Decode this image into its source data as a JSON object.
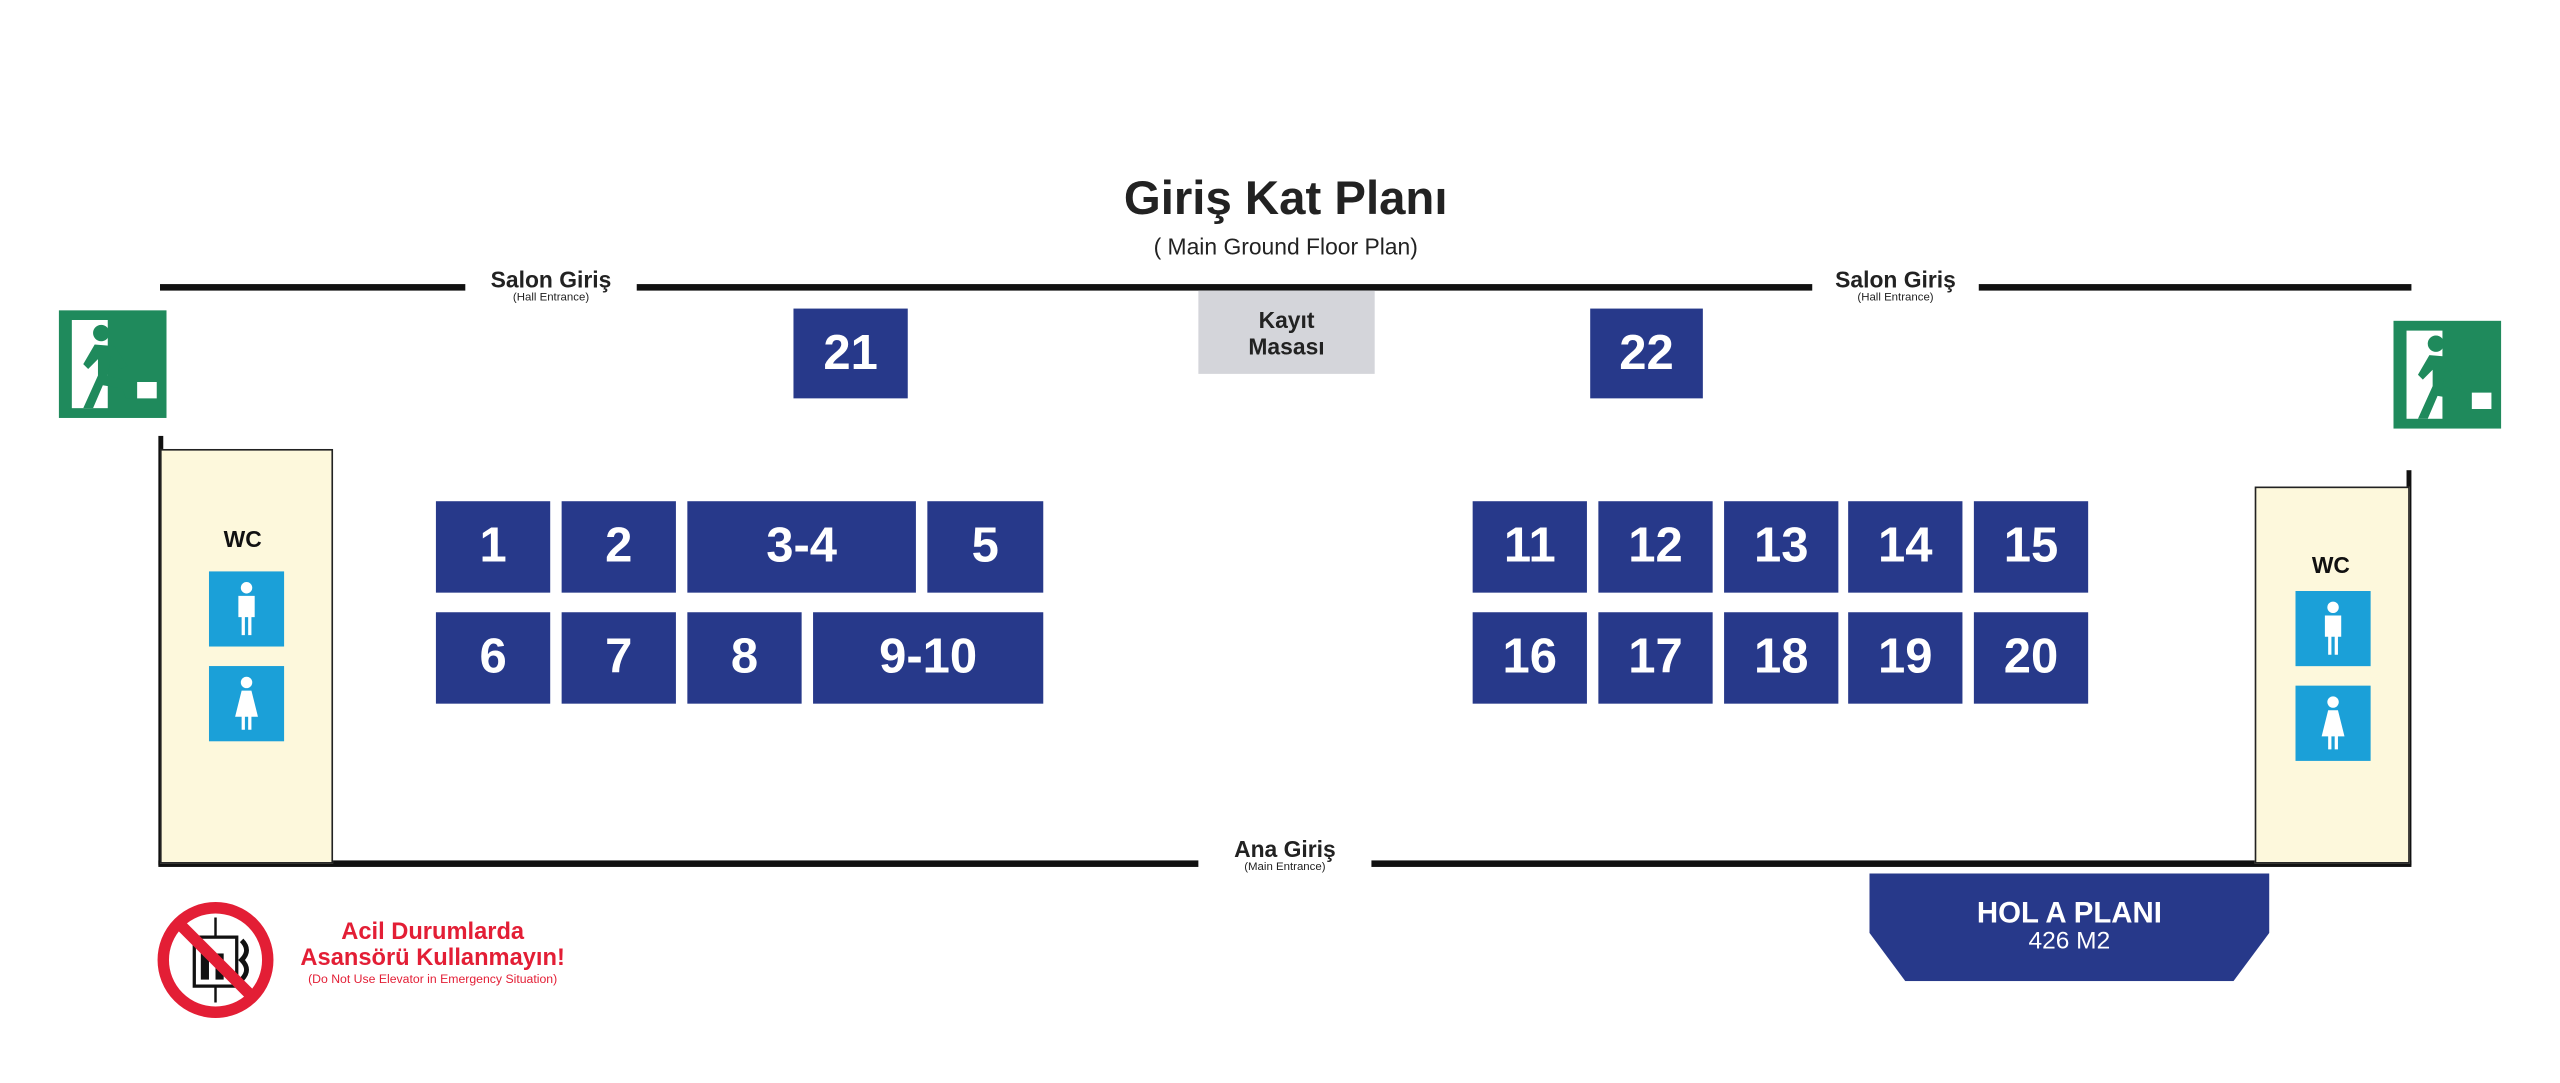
{
  "title": "Giriş Kat Planı",
  "subtitle": "( Main Ground Floor Plan)",
  "entrances": {
    "hall_left": {
      "label": "Salon Giriş",
      "sub": "(Hall Entrance)"
    },
    "hall_right": {
      "label": "Salon Giriş",
      "sub": "(Hall Entrance)"
    },
    "main": {
      "label": "Ana Giriş",
      "sub": "(Main Entrance)"
    }
  },
  "registration": {
    "line1": "Kayıt",
    "line2": "Masası"
  },
  "booths": {
    "b21": "21",
    "b22": "22",
    "b1": "1",
    "b2": "2",
    "b3_4": "3-4",
    "b5": "5",
    "b6": "6",
    "b7": "7",
    "b8": "8",
    "b9_10": "9-10",
    "b11": "11",
    "b12": "12",
    "b13": "13",
    "b14": "14",
    "b15": "15",
    "b16": "16",
    "b17": "17",
    "b18": "18",
    "b19": "19",
    "b20": "20"
  },
  "wc": {
    "left": "WC",
    "right": "WC"
  },
  "hall": {
    "name": "HOL A PLANI",
    "area": "426 M2"
  },
  "warning": {
    "line1": "Acil Durumlarda",
    "line2": "Asansörü Kullanmayın!",
    "line3": "(Do Not Use Elevator in Emergency Situation)"
  },
  "colors": {
    "booth": "#27398a",
    "exit": "#1f8a5c",
    "wc_icon": "#1ba0d8",
    "warning": "#e31e35",
    "wc_area": "#fdf8dc",
    "registration": "#d4d5da"
  }
}
